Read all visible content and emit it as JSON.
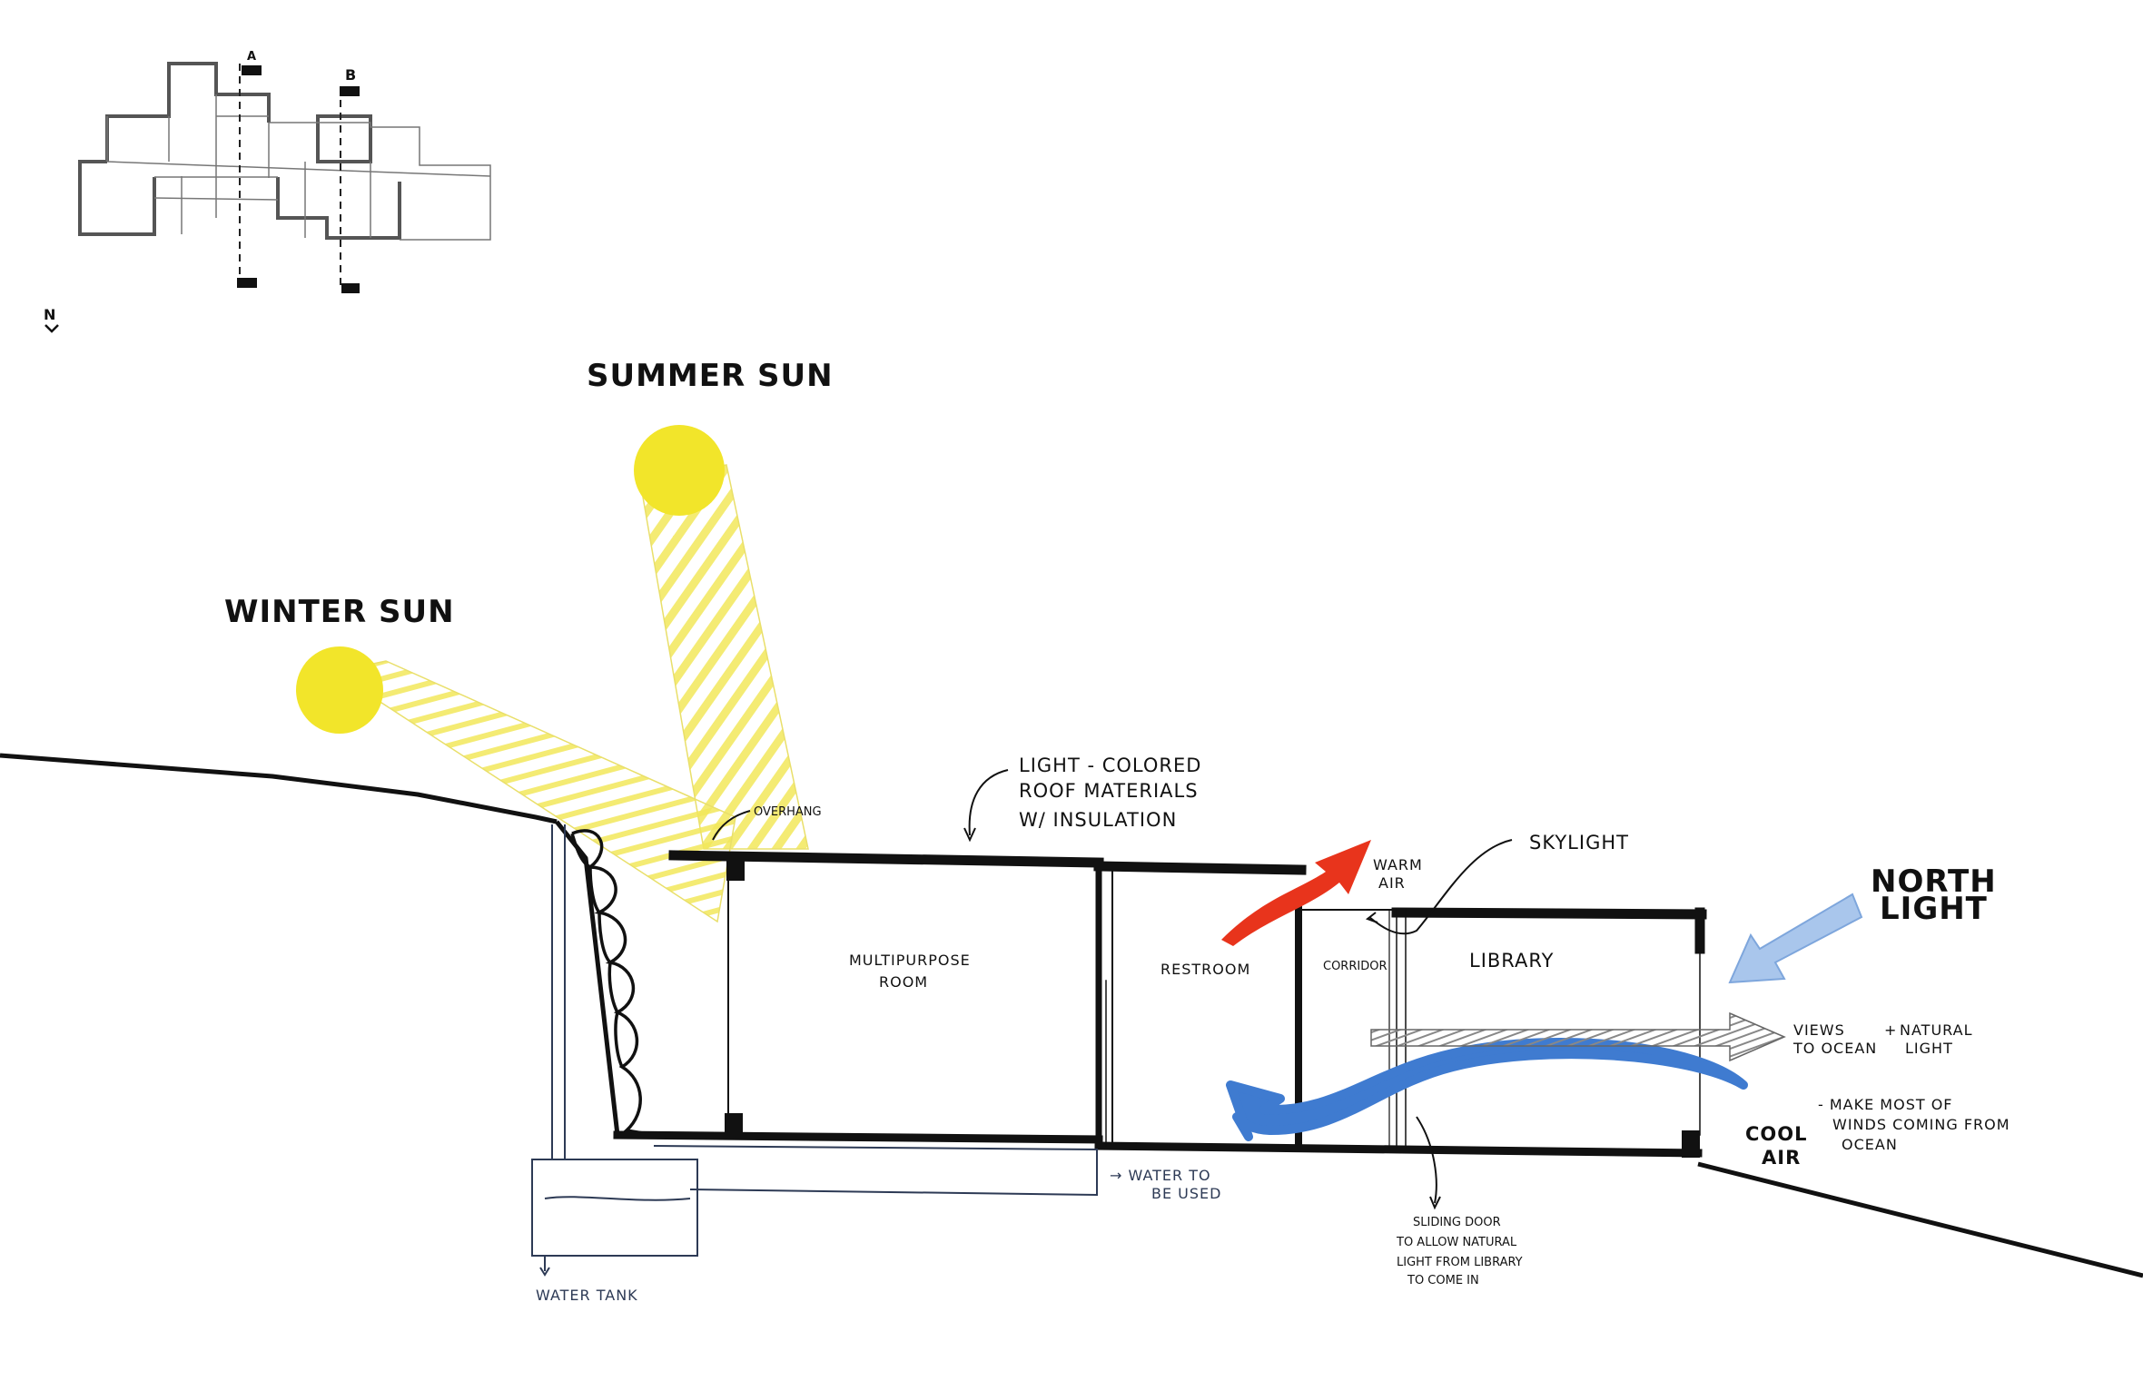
{
  "plan": {
    "section_a": "A",
    "section_b": "B",
    "north": "N"
  },
  "sun": {
    "summer": "SUMMER SUN",
    "winter": "WINTER SUN",
    "color": "#f2e52a"
  },
  "annotations": {
    "overhang": "OVERHANG",
    "roof_line1": "LIGHT - COLORED",
    "roof_line2": "ROOF MATERIALS",
    "roof_line3": "W/ INSULATION",
    "warm_air_line1": "WARM",
    "warm_air_line2": "AIR",
    "skylight": "SKYLIGHT",
    "north_light_line1": "NORTH",
    "north_light_line2": "LIGHT",
    "views_line1": "VIEWS",
    "views_line2": "TO OCEAN",
    "views_plus": "+",
    "natural_line1": "NATURAL",
    "natural_line2": "LIGHT",
    "winds_line1": "- MAKE MOST OF",
    "winds_line2": "WINDS COMING FROM",
    "winds_line3": "OCEAN",
    "cool_air_line1": "COOL",
    "cool_air_line2": "AIR",
    "water_line1": "→ WATER TO",
    "water_line2": "BE USED",
    "water_tank": "WATER TANK",
    "sliding_line1": "SLIDING DOOR",
    "sliding_line2": "TO ALLOW NATURAL",
    "sliding_line3": "LIGHT FROM LIBRARY",
    "sliding_line4": "TO COME IN"
  },
  "rooms": {
    "multipurpose_line1": "MULTIPURPOSE",
    "multipurpose_line2": "ROOM",
    "restroom": "RESTROOM",
    "corridor": "CORRIDOR",
    "library": "LIBRARY"
  },
  "colors": {
    "warm_air": "#e8341c",
    "cool_air": "#3f7bd0",
    "north_light": "#a9c6ec",
    "water": "#2d3a55"
  }
}
